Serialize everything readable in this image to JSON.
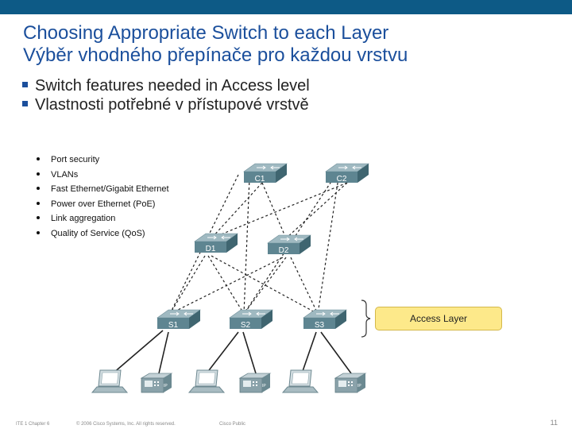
{
  "title": {
    "line1": "Choosing Appropriate Switch to each Layer",
    "line2": "Výběr vhodného přepínače pro každou vrstvu"
  },
  "bullets": [
    "Switch features needed in Access level",
    "Vlastnosti potřebné v přístupové vrstvě"
  ],
  "features": [
    "Port security",
    "VLANs",
    "Fast Ethernet/Gigabit Ethernet",
    "Power over Ethernet (PoE)",
    "Link aggregation",
    "Quality of Service (QoS)"
  ],
  "diagram": {
    "core": [
      "C1",
      "C2"
    ],
    "distribution": [
      "D1",
      "D2"
    ],
    "access": [
      "S1",
      "S2",
      "S3"
    ],
    "access_layer_label": "Access Layer",
    "phone_label": "IP"
  },
  "footer": {
    "left": "ITE 1 Chapter 6",
    "copyright": "© 2006 Cisco Systems, Inc. All rights reserved.",
    "classification": "Cisco Public",
    "page": "11"
  },
  "colors": {
    "topbar": "#0d5a86",
    "title": "#1b4f9c",
    "switch_top": "#9fb9c1",
    "switch_front": "#5e8591",
    "access_box": "#fde98a"
  }
}
